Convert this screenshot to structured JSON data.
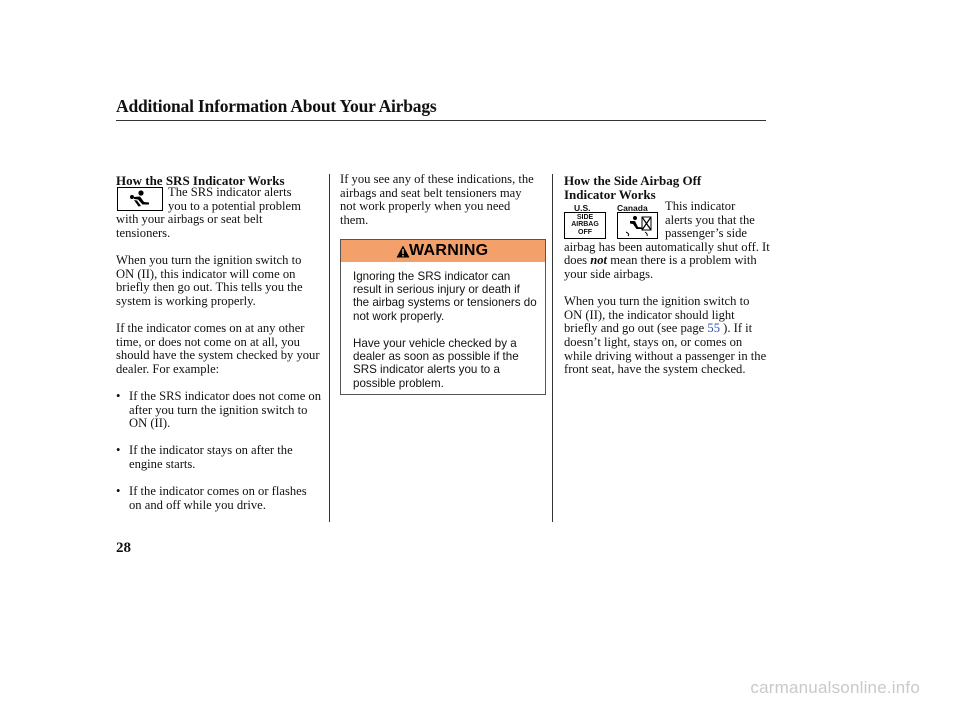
{
  "page": {
    "title": "Additional Information About Your Airbags",
    "page_number": "28",
    "watermark": "carmanualsonline.info"
  },
  "col1": {
    "heading": "How the SRS Indicator Works",
    "intro_first": "The SRS indicator alerts",
    "intro_second": "you to a potential problem",
    "intro_rest_1": "with your airbags or seat belt",
    "intro_rest_2": "tensioners.",
    "para2": "When you turn the ignition switch to ON (II), this indicator will come on briefly then go out. This tells you the system is working properly.",
    "para3": "If the indicator comes on at any other time, or does not come on at all, you should have the system checked by your dealer. For example:",
    "bullets": [
      "If the SRS indicator does not come on after you turn the ignition switch to ON (II).",
      "If the indicator stays on after the engine starts.",
      "If the indicator comes on or flashes on and off while you drive."
    ],
    "icon": "seated-person-icon"
  },
  "col2": {
    "intro": "If you see any of these indications, the airbags and seat belt tensioners may not work properly when you need them.",
    "warning": {
      "title": "WARNING",
      "icon": "warning-triangle-icon",
      "header_color": "#f4a06a",
      "p1": "Ignoring the SRS indicator can result in serious injury or death if the airbag systems or tensioners do not work properly.",
      "p2": "Have your vehicle checked by a dealer as soon as possible if the SRS indicator alerts you to a possible problem."
    }
  },
  "col3": {
    "heading_line1": "How the Side Airbag Off",
    "heading_line2": "Indicator Works",
    "label_us": "U.S.",
    "label_canada": "Canada",
    "us_icon_text": [
      "SIDE",
      "AIRBAG",
      "OFF"
    ],
    "canada_icon": "side-airbag-off-symbol-icon",
    "intro_1": "This indicator",
    "intro_2": "alerts you that the",
    "intro_3": "passenger’s side",
    "intro_rest_a": "airbag has been automatically shut off. It does ",
    "intro_not": "not",
    "intro_rest_b": " mean there is a problem with your side airbags.",
    "para2_a": "When you turn the ignition switch to ON (II), the indicator should light briefly and go out (see page ",
    "para2_link": "55",
    "para2_b": " ). If it doesn’t light, stays on, or comes on while driving without a passenger in the front seat, have the system checked.",
    "link_color": "#2f52b8"
  }
}
